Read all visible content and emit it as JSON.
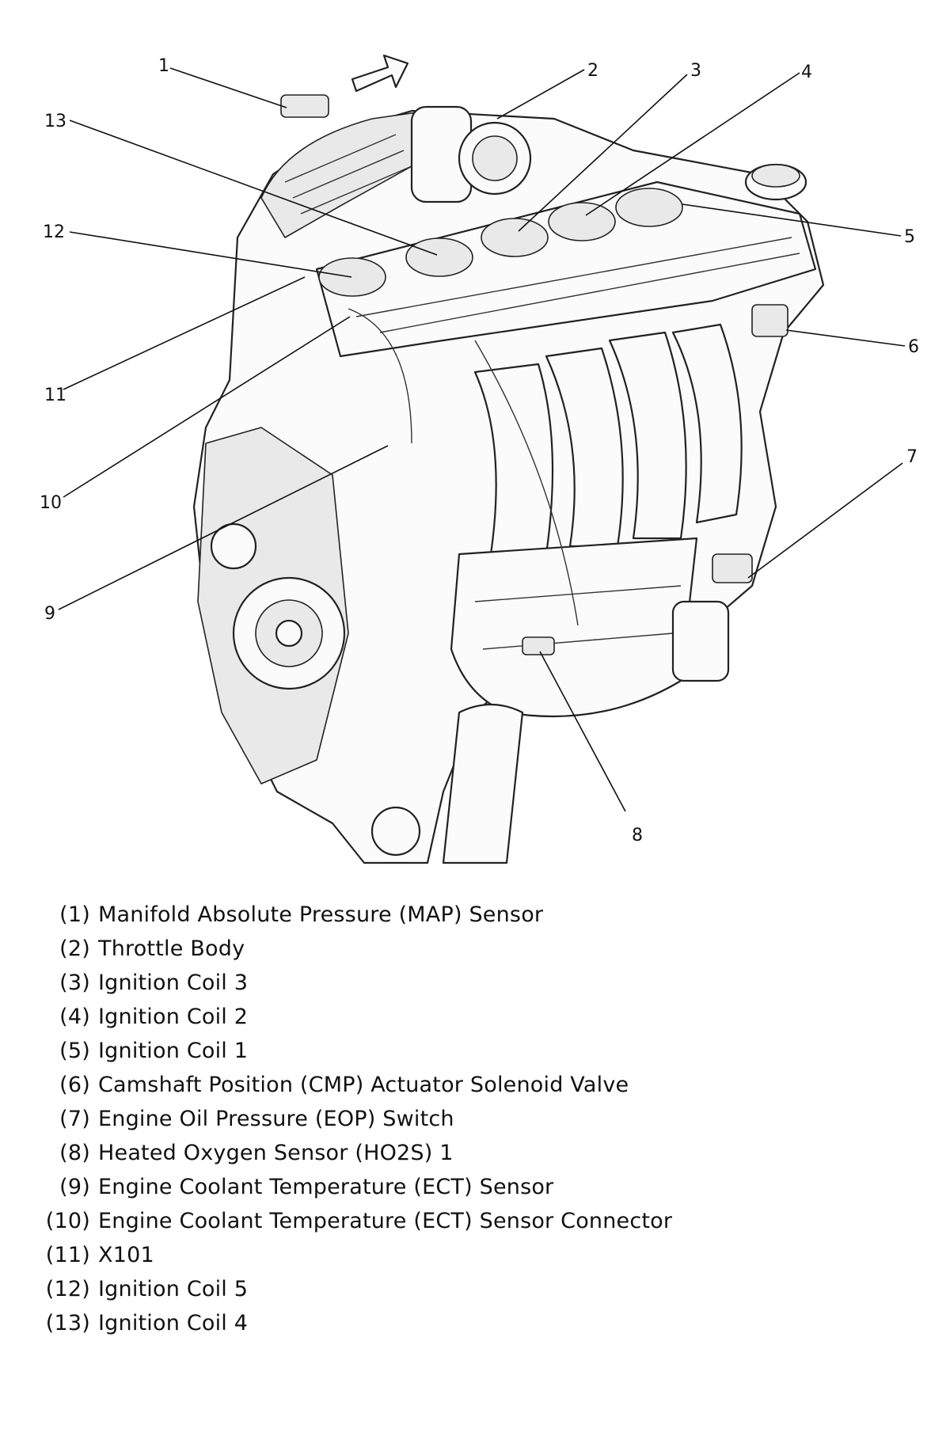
{
  "callouts": [
    "1",
    "2",
    "3",
    "4",
    "5",
    "6",
    "7",
    "8",
    "9",
    "10",
    "11",
    "12",
    "13"
  ],
  "legend": [
    {
      "num": "(1)",
      "label": "Manifold Absolute Pressure (MAP) Sensor"
    },
    {
      "num": "(2)",
      "label": "Throttle Body"
    },
    {
      "num": "(3)",
      "label": "Ignition Coil 3"
    },
    {
      "num": "(4)",
      "label": "Ignition Coil 2"
    },
    {
      "num": "(5)",
      "label": "Ignition Coil 1"
    },
    {
      "num": "(6)",
      "label": "Camshaft Position (CMP) Actuator Solenoid Valve"
    },
    {
      "num": "(7)",
      "label": "Engine Oil Pressure (EOP) Switch"
    },
    {
      "num": "(8)",
      "label": "Heated Oxygen Sensor (HO2S) 1"
    },
    {
      "num": "(9)",
      "label": "Engine Coolant Temperature (ECT) Sensor"
    },
    {
      "num": "(10)",
      "label": "Engine Coolant Temperature (ECT) Sensor Connector"
    },
    {
      "num": "(11)",
      "label": "X101"
    },
    {
      "num": "(12)",
      "label": "Ignition Coil 5"
    },
    {
      "num": "(13)",
      "label": "Ignition Coil 4"
    }
  ]
}
